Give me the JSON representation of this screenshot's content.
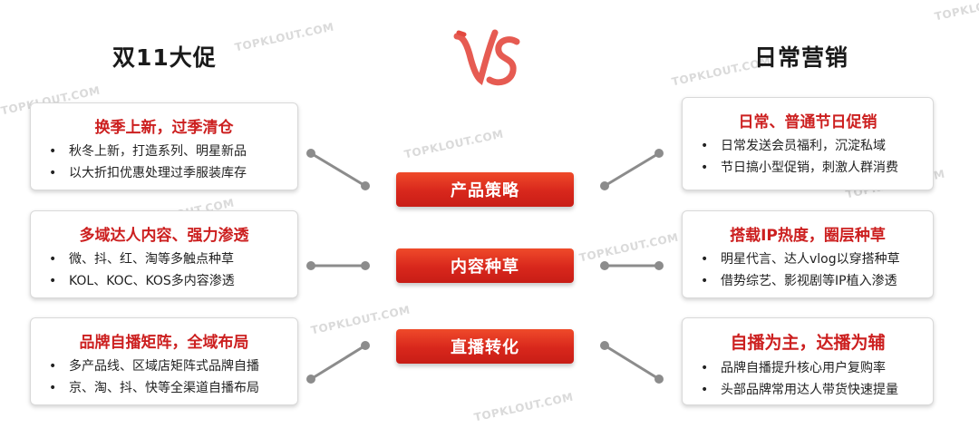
{
  "left_heading": "双11大促",
  "right_heading": "日常营销",
  "vs_label": "VS",
  "watermark": "TOPKLOUT.COM",
  "center_labels": [
    "产品策略",
    "内容种草",
    "直播转化"
  ],
  "left_cards": [
    {
      "title": "换季上新，过季清仓",
      "items": [
        "秋冬上新，打造系列、明星新品",
        "以大折扣优惠处理过季服装库存"
      ]
    },
    {
      "title": "多域达人内容、强力渗透",
      "items": [
        "微、抖、红、淘等多触点种草",
        "KOL、KOC、KOS多内容渗透"
      ]
    },
    {
      "title": "品牌自播矩阵，全域布局",
      "items": [
        "多产品线、区域店矩阵式品牌自播",
        "京、淘、抖、快等全渠道自播布局"
      ]
    }
  ],
  "right_cards": [
    {
      "title": "日常、普通节日促销",
      "items": [
        "日常发送会员福利，沉淀私域",
        "节日搞小型促销，刺激人群消费"
      ]
    },
    {
      "title": "搭载IP热度，圈层种草",
      "items": [
        "明星代言、达人vlog以穿搭种草",
        "借势综艺、影视剧等IP植入渗透"
      ]
    },
    {
      "title": "自播为主，达播为辅",
      "items": [
        "品牌自播提升核心用户复购率",
        "头部品牌常用达人带货快速提量"
      ]
    }
  ],
  "colors": {
    "accent_red": "#cc1f1f",
    "button_red": "#d8271c",
    "connector_gray": "#8c8c8c"
  }
}
